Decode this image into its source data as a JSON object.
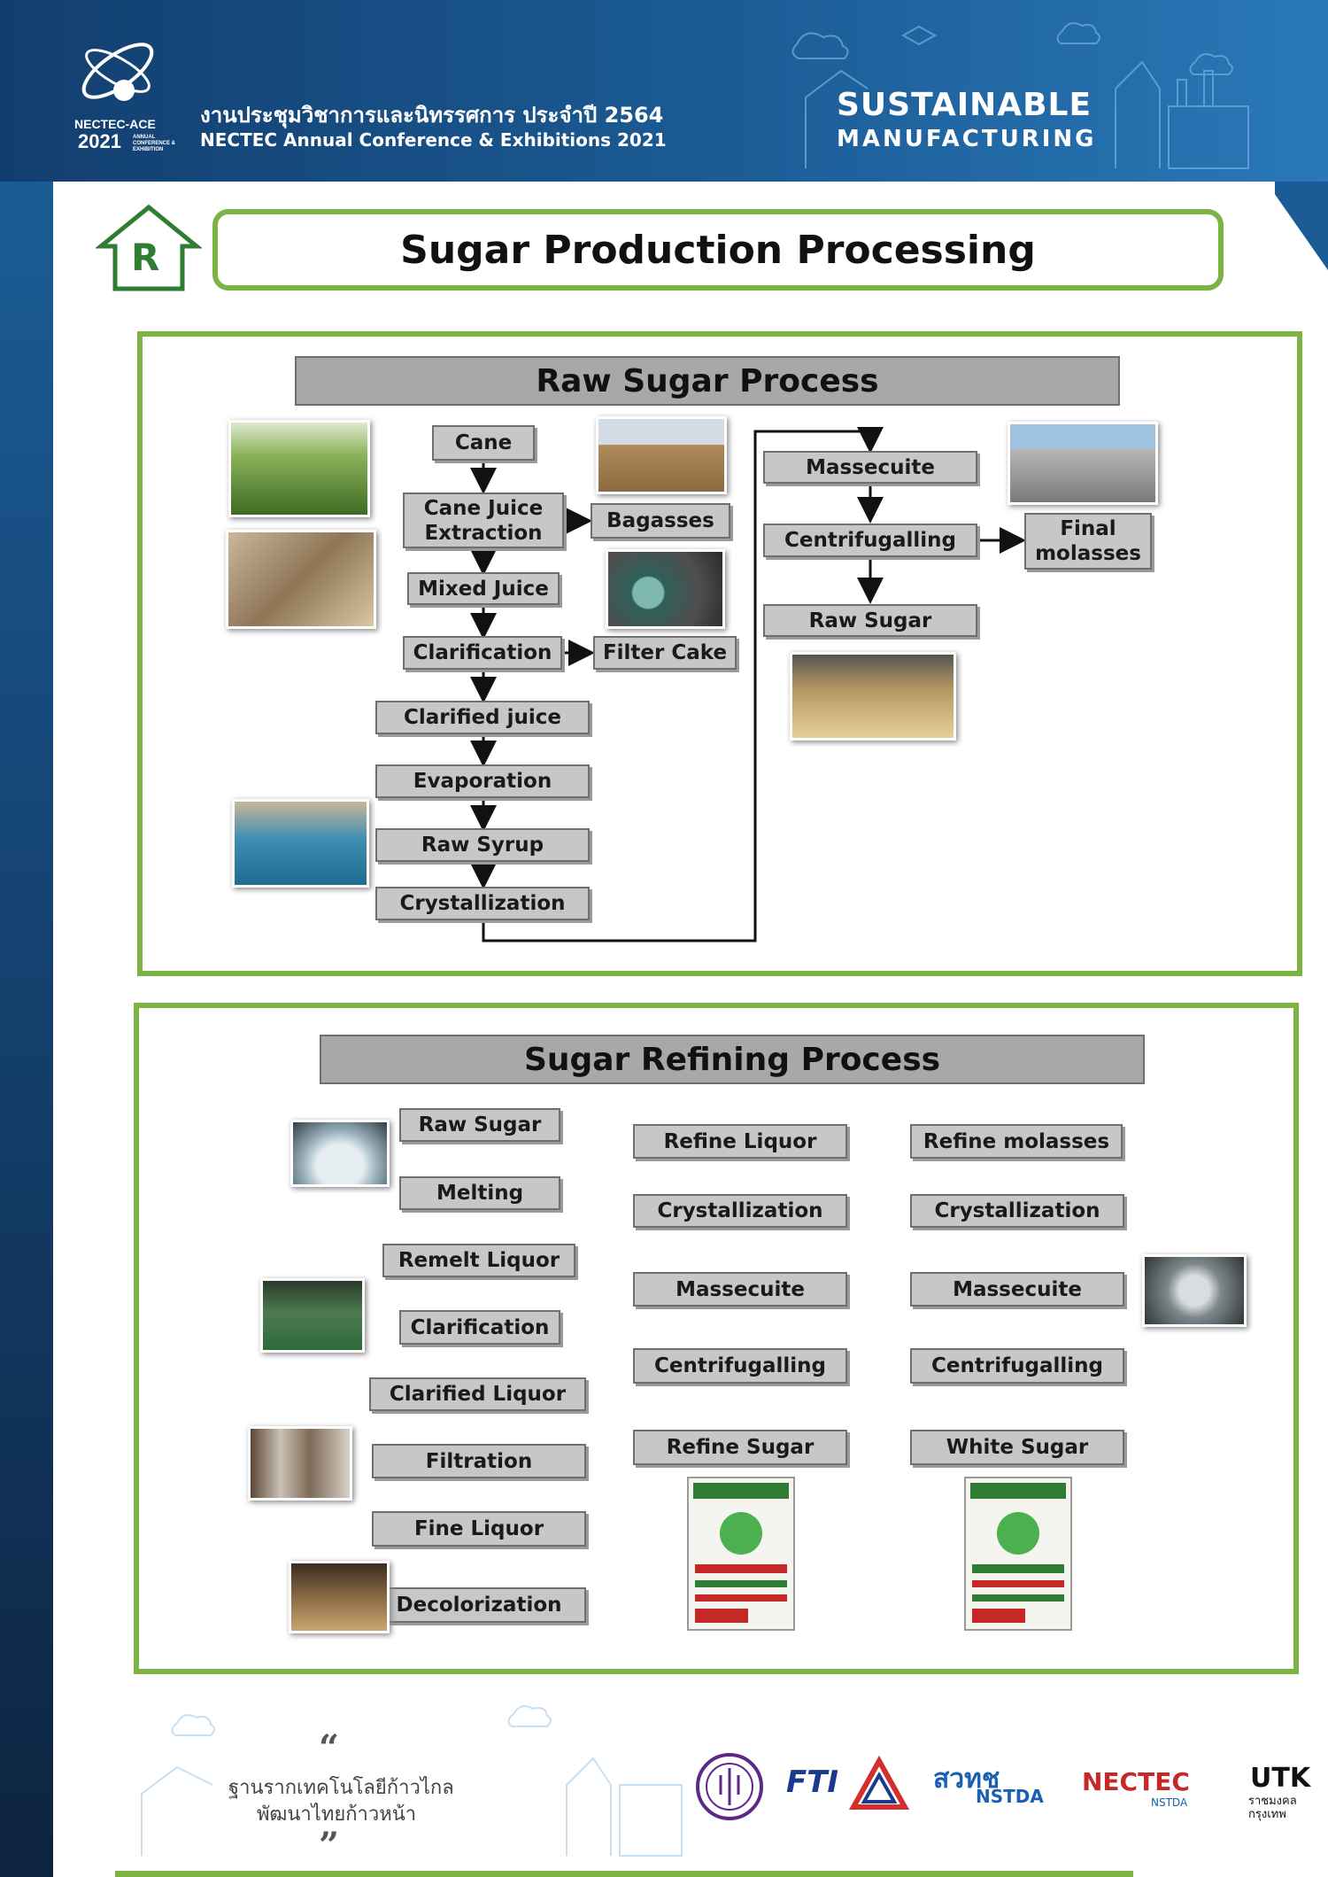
{
  "header": {
    "logo_text": "NECTEC-ACE",
    "logo_year": "2021",
    "logo_sub": "ANNUAL CONFERENCE & EXHIBITION",
    "title_th": "งานประชุมวิชาการและนิทรรศการ ประจำปี 2564",
    "title_en": "NECTEC Annual Conference & Exhibitions 2021",
    "sustainable": "SUSTAINABLE",
    "manufacturing": "MANUFACTURING"
  },
  "badge_letter": "R",
  "page_title": "Sugar Production Processing",
  "raw": {
    "heading": "Raw Sugar Process",
    "nodes": {
      "cane": "Cane",
      "extraction": "Cane Juice\nExtraction",
      "bagasses": "Bagasses",
      "mixed": "Mixed Juice",
      "clarification": "Clarification",
      "filter": "Filter Cake",
      "clarified": "Clarified juice",
      "evaporation": "Evaporation",
      "syrup": "Raw Syrup",
      "crystallization": "Crystallization",
      "massecuite": "Massecuite",
      "centrifugalling": "Centrifugalling",
      "final": "Final\nmolasses",
      "rawsugar": "Raw Sugar"
    }
  },
  "refine": {
    "heading": "Sugar Refining Process",
    "nodes": {
      "rawsugar": "Raw Sugar",
      "melting": "Melting",
      "remelt": "Remelt Liquor",
      "clarification": "Clarification",
      "clarified": "Clarified Liquor",
      "filtration": "Filtration",
      "fine": "Fine Liquor",
      "decol": "Decolorization",
      "refliquor": "Refine Liquor",
      "cryst1": "Crystallization",
      "mass1": "Massecuite",
      "centri1": "Centrifugalling",
      "refsugar": "Refine Sugar",
      "refmol": "Refine molasses",
      "cryst2": "Crystallization",
      "mass2": "Massecuite",
      "centri2": "Centrifugalling",
      "white": "White Sugar"
    }
  },
  "footer": {
    "slogan_line1": "ฐานรากเทคโนโลยีก้าวไกล",
    "slogan_line2": "พัฒนาไทยก้าวหน้า",
    "quote_open": "“",
    "quote_close": "”",
    "logo_fti": "FTI",
    "logo_nstda": "สวทช",
    "logo_nstda_sub": "NSTDA",
    "logo_nectec": "NECTEC",
    "logo_nectec_sub": "NSTDA",
    "logo_utk": "UTK",
    "logo_utk_th": "ราชมงคล\nกรุงเทพ"
  },
  "colors": {
    "accent_green": "#7cb342",
    "header_blue": "#1b5c96",
    "node_gray": "#c7c7c7"
  }
}
